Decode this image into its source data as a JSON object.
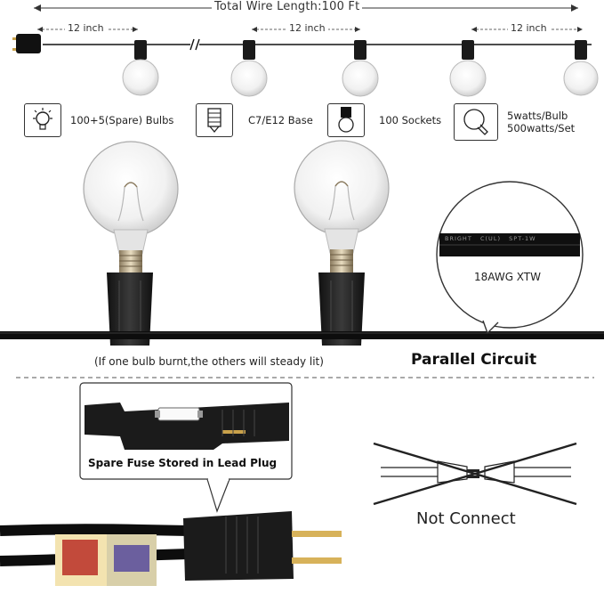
{
  "header": {
    "total_length": "Total Wire Length:100 Ft",
    "spacing_left": "12 inch",
    "spacing_mid": "12 inch",
    "spacing_right": "12 inch"
  },
  "specs": [
    {
      "icon": "bulb-glow-icon",
      "label": "100+5(Spare) Bulbs"
    },
    {
      "icon": "e12-base-icon",
      "label": "C7/E12 Base"
    },
    {
      "icon": "socket-icon",
      "label": "100 Sockets"
    },
    {
      "icon": "globe-bulb-icon",
      "label_line1": "5watts/Bulb",
      "label_line2": "500watts/Set"
    }
  ],
  "wire_callout": {
    "cable_print": "BRIGHT   C(UL)   SPT-1W",
    "label": "18AWG XTW"
  },
  "circuit": {
    "note": "(If one bulb burnt,the others will steady lit)",
    "title": "Parallel Circuit"
  },
  "plug_callout": {
    "label": "Spare Fuse Stored in Lead Plug"
  },
  "not_connect": {
    "label": "Not Connect"
  }
}
